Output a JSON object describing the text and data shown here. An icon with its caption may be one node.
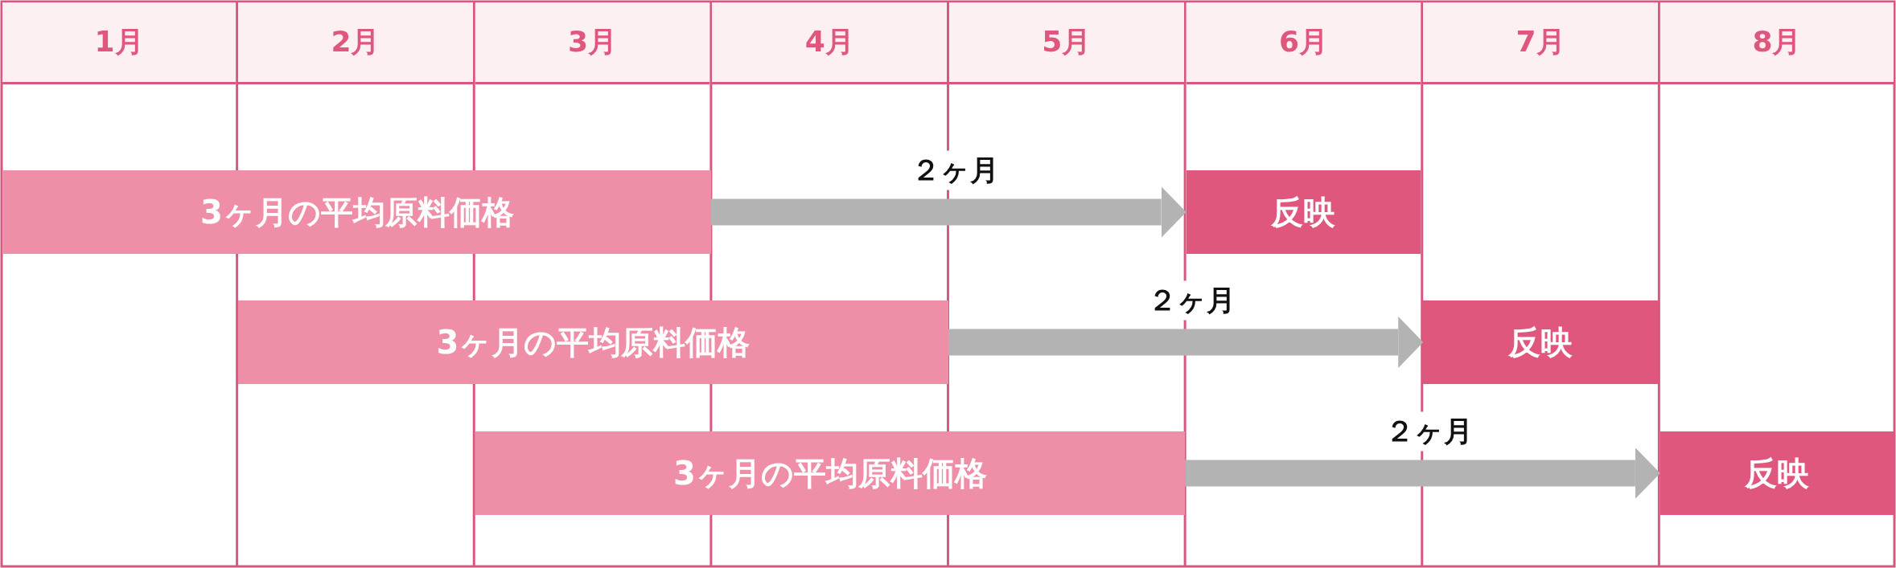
{
  "diagram": {
    "nodes": [
      {
        "text": [
          "1月"
        ]
      },
      {
        "text": [
          "2月"
        ]
      },
      {
        "text": [
          "3月"
        ]
      },
      {
        "text": [
          "4月"
        ]
      },
      {
        "text": [
          "5月"
        ]
      },
      {
        "text": [
          "6月"
        ]
      },
      {
        "text": [
          "7月"
        ]
      },
      {
        "text": [
          "8月"
        ]
      },
      {
        "text": [
          "3ヶ月の平均原料価格"
        ]
      },
      {
        "text": [
          "反映"
        ]
      },
      {
        "text": [
          "3ヶ月の平均原料価格"
        ]
      },
      {
        "text": [
          "反映"
        ]
      },
      {
        "text": [
          "3ヶ月の平均原料価格"
        ]
      },
      {
        "text": [
          "反映"
        ]
      }
    ],
    "edges": [
      {
        "from": 8,
        "to": 9,
        "arrow": "to",
        "label": "２ヶ月"
      },
      {
        "from": 10,
        "to": 11,
        "arrow": "to",
        "label": "２ヶ月"
      },
      {
        "from": 12,
        "to": 13,
        "arrow": "to",
        "label": "２ヶ月"
      }
    ]
  }
}
